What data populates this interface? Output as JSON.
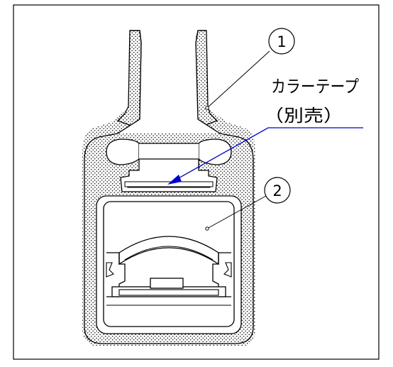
{
  "callouts": [
    {
      "number": "1",
      "label": ""
    },
    {
      "number": "2",
      "label": ""
    }
  ],
  "tape_label": {
    "line1": "カラーテープ",
    "line2": "（別売）"
  },
  "colors": {
    "line": "#000000",
    "leader": "#0000cc",
    "fill": "#ffffff"
  }
}
